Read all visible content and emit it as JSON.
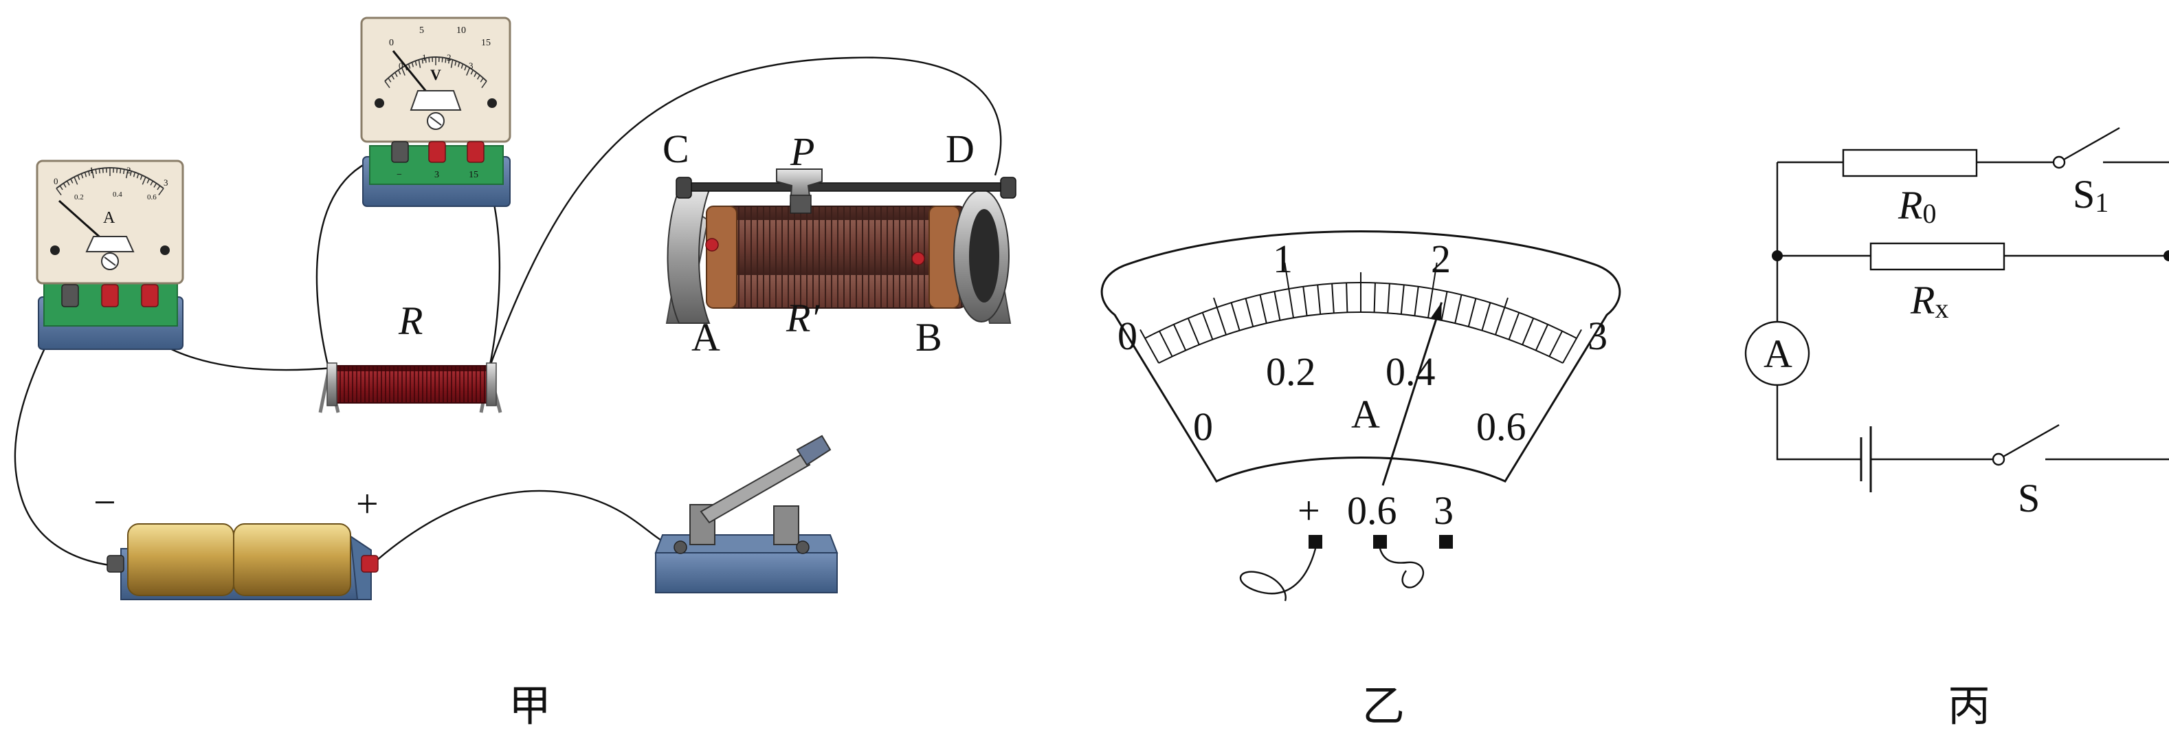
{
  "captions": {
    "jia": "甲",
    "yi": "乙",
    "bing": "丙"
  },
  "figure_jia": {
    "voltmeter": {
      "letter": "V",
      "scale_top": [
        "0",
        "5",
        "10",
        "15"
      ],
      "scale_bottom": [
        "0",
        "1",
        "2",
        "3"
      ],
      "terminals": [
        "−",
        "3",
        "15"
      ]
    },
    "ammeter": {
      "letter": "A",
      "scale_top": [
        "0",
        "1",
        "2",
        "3"
      ],
      "scale_bottom": [
        "0.2",
        "0.4",
        "0.6"
      ]
    },
    "resistor_label": "R",
    "rheostat": {
      "C": "C",
      "P": "P",
      "D": "D",
      "A": "A",
      "B": "B",
      "name": "R′"
    },
    "battery": {
      "minus": "−",
      "plus": "+"
    }
  },
  "figure_yi": {
    "top_scale": [
      "0",
      "1",
      "2",
      "3"
    ],
    "bottom_scale": [
      "0",
      "0.2",
      "0.4",
      "0.6"
    ],
    "unit": "A",
    "terminals": [
      "+",
      "0.6",
      "3"
    ],
    "needle_reading": 0.42
  },
  "figure_bing": {
    "R0": "R",
    "R0_sub": "0",
    "S1": "S",
    "S1_sub": "1",
    "Rx": "R",
    "Rx_sub": "x",
    "ammeter": "A",
    "switch": "S"
  },
  "colors": {
    "wire": "#111111",
    "meter_face": "#efe6d6",
    "meter_base": "#4f6f98",
    "pcb_green": "#2f9a54",
    "terminal_red": "#c0242c",
    "resistor_red": "#7a1218",
    "coil_brown": "#6b3b32",
    "battery_gold": "#c9a24a"
  }
}
